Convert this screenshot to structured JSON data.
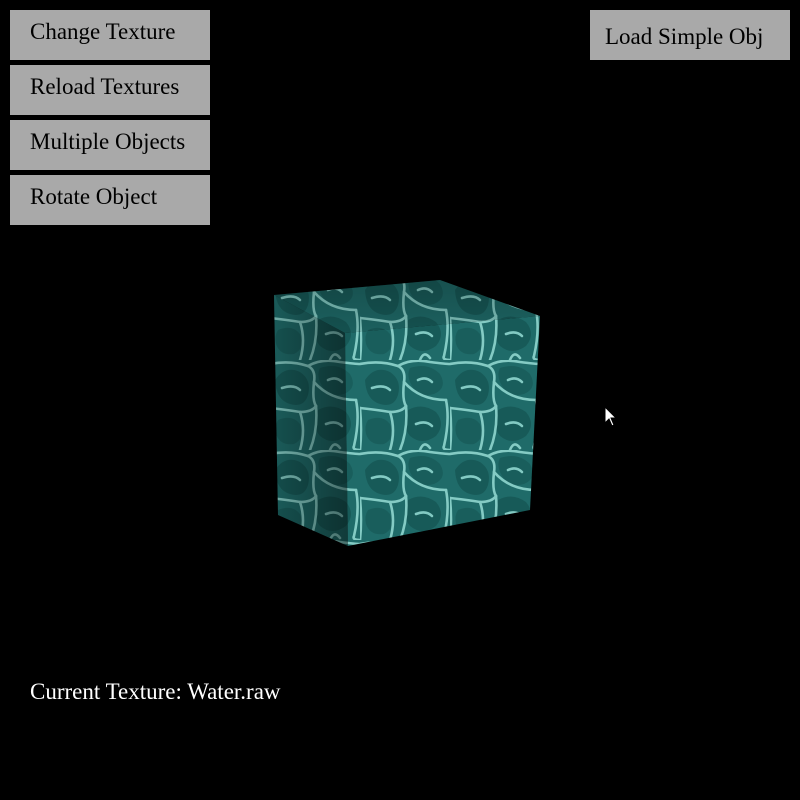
{
  "buttons": {
    "change_texture": "Change Texture",
    "reload_textures": "Reload Textures",
    "multiple_objects": "Multiple Objects",
    "rotate_object": "Rotate Object",
    "load_simple_obj": "Load Simple Obj"
  },
  "status": {
    "current_texture": "Current Texture: Water.raw"
  },
  "scene": {
    "object": "cube",
    "texture_name": "Water.raw",
    "texture_base_color": "#1f6b69",
    "texture_dark_color": "#14504e",
    "texture_line_color": "#8fd6cf",
    "background_color": "#000000",
    "button_color": "#a9a9a9"
  },
  "icons": {
    "cursor": "mouse-pointer-icon"
  }
}
